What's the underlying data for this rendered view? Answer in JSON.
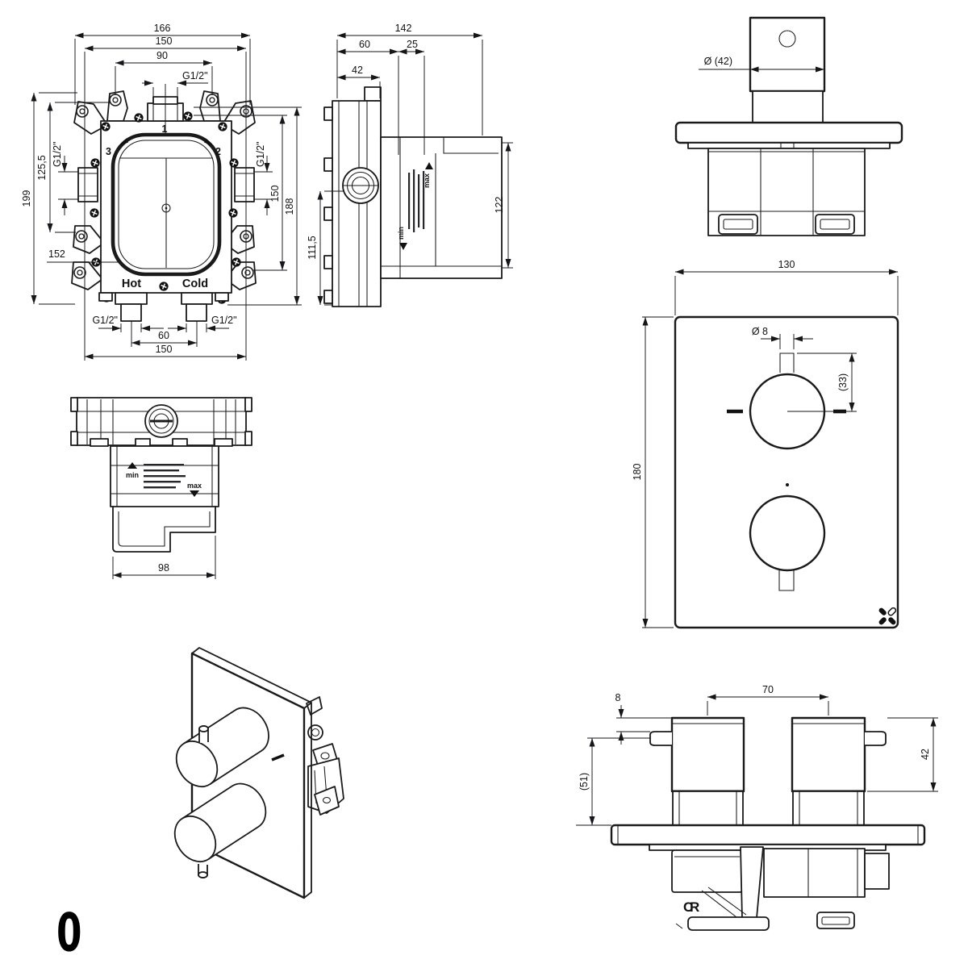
{
  "page": {
    "number": "0",
    "background": "#ffffff",
    "line_color": "#1a1a1a"
  },
  "labels": {
    "min": "min",
    "max": "max"
  },
  "views": {
    "valve_body_front": {
      "ports": {
        "p1": "1",
        "p2": "2",
        "p3": "3",
        "hot": "Hot",
        "cold": "Cold"
      },
      "dims": {
        "width_overall": "166",
        "width_fixing": "150",
        "width_inlet_span": "90",
        "thread_top": "G1/2\"",
        "height_overall": "199",
        "height_fixing": "125,5",
        "thread_left": "G1/2\"",
        "ref_width": "152",
        "thread_right": "G1/2\"",
        "height_ports": "150",
        "height_body": "188",
        "thread_outlet_left": "G1/2\"",
        "thread_outlet_right": "G1/2\"",
        "outlet_spacing": "60",
        "width_bottom": "150"
      }
    },
    "valve_body_side": {
      "dims": {
        "depth_overall": "142",
        "depth_front": "60",
        "depth_mid": "25",
        "depth_bracket": "42",
        "height_lower": "111,5",
        "height_body": "122"
      }
    },
    "trim_side": {
      "dims": {
        "handle_diameter": "Ø (42)"
      }
    },
    "trim_front": {
      "dims": {
        "plate_width": "130",
        "plate_height": "180",
        "stem_diameter": "Ø 8",
        "stem_offset": "(33)"
      }
    },
    "valve_body_bottom": {
      "dims": {
        "width": "98"
      }
    },
    "trim_top": {
      "dims": {
        "handle_spacing": "70",
        "stem_protrusion": "8",
        "depth_ref": "(51)",
        "handle_height": "42"
      }
    },
    "logos": {
      "c": "C",
      "r": "R"
    }
  }
}
